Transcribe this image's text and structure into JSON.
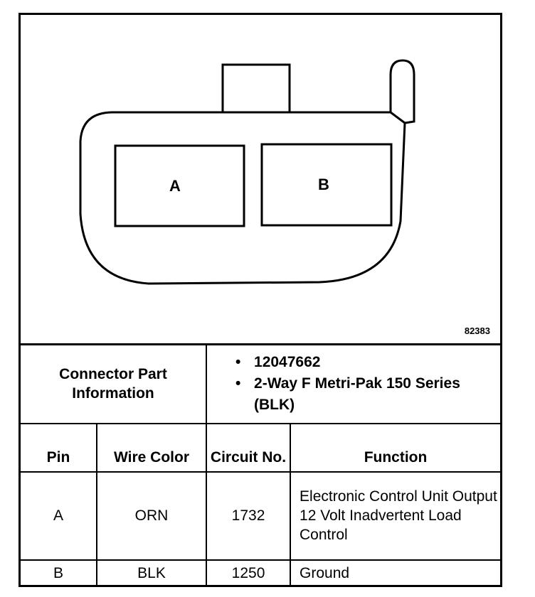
{
  "diagram": {
    "figure_id": "82383",
    "cavity_a_label": "A",
    "cavity_b_label": "B"
  },
  "connector_info": {
    "label": "Connector Part Information",
    "part_number": "12047662",
    "description": "2-Way F Metri-Pak 150 Series (BLK)"
  },
  "table": {
    "headers": {
      "pin": "Pin",
      "wire_color": "Wire Color",
      "circuit_no": "Circuit No.",
      "function": "Function"
    },
    "rows": [
      {
        "pin": "A",
        "wire_color": "ORN",
        "circuit_no": "1732",
        "function": "Electronic Control Unit Output 12 Volt Inadvertent Load Control"
      },
      {
        "pin": "B",
        "wire_color": "BLK",
        "circuit_no": "1250",
        "function": "Ground"
      }
    ]
  }
}
